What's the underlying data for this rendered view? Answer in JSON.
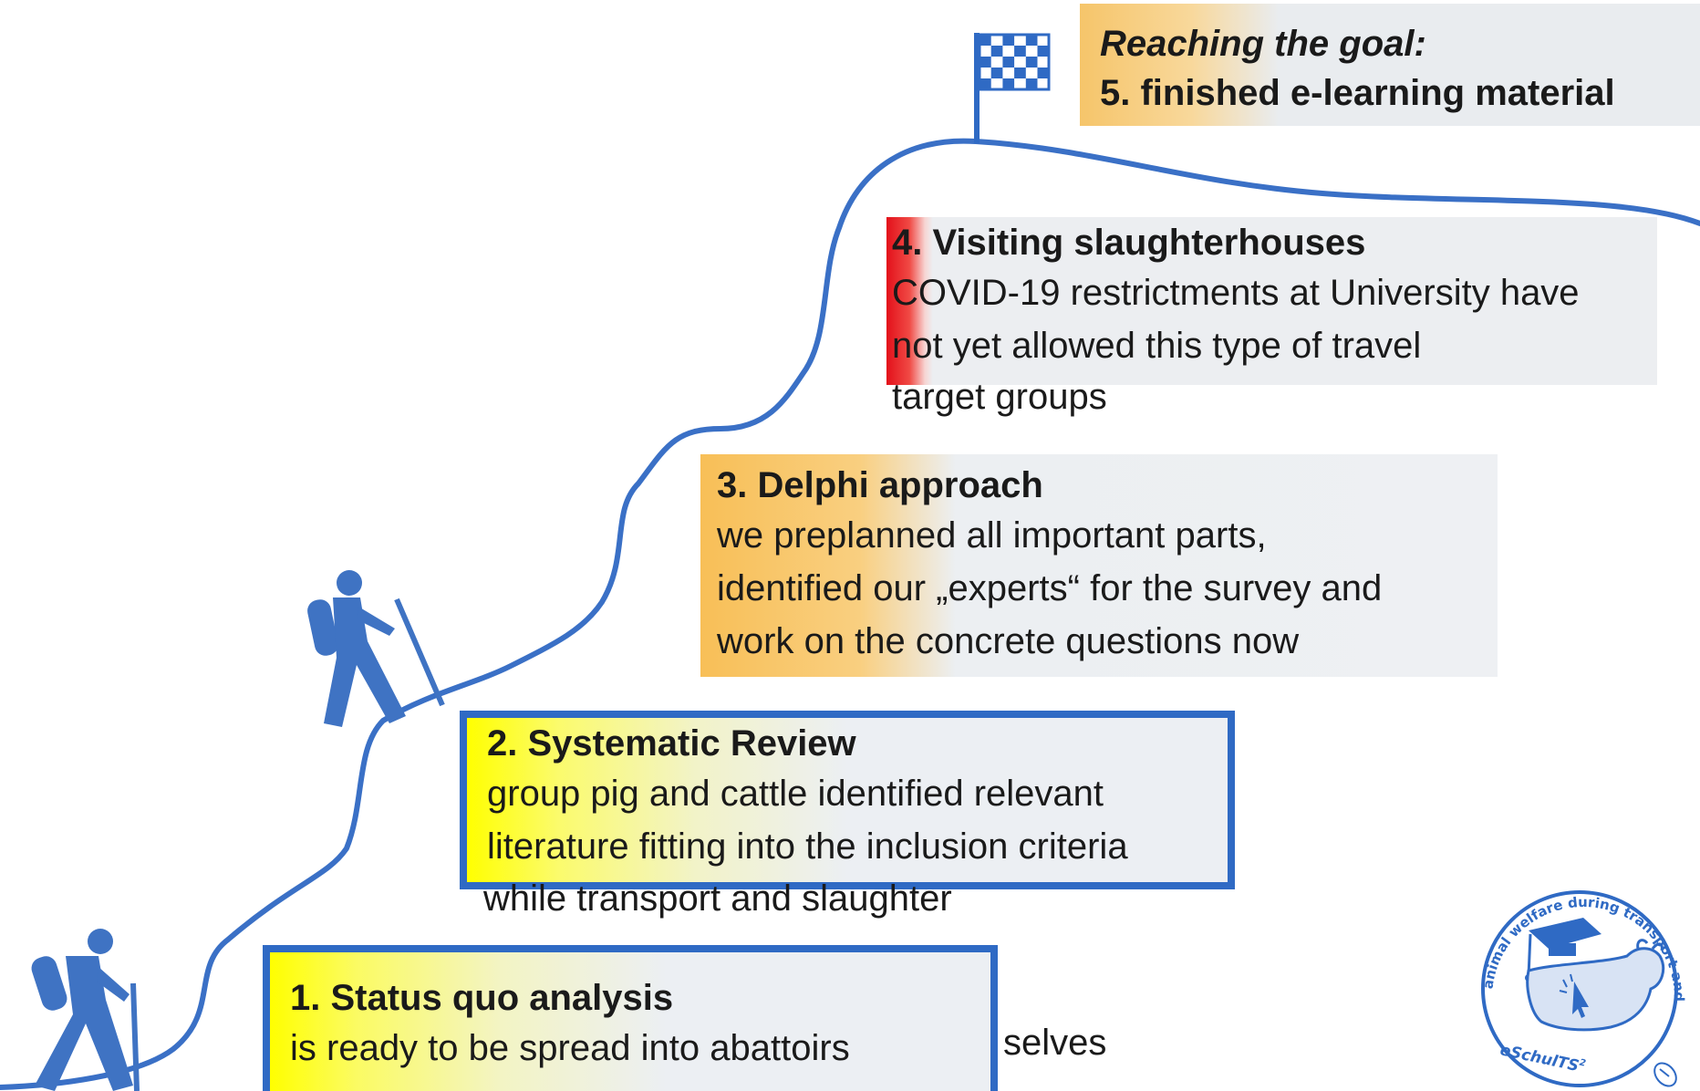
{
  "goal": {
    "label": "Reaching the goal",
    "colon": ":",
    "text": "5. finished e-learning material"
  },
  "steps": [
    {
      "title": "1. Status quo analysis",
      "lines": [
        "is ready to be spread into abattoirs"
      ],
      "overflow": "selves"
    },
    {
      "title": "2. Systematic Review",
      "lines": [
        "group pig and cattle identified relevant",
        "literature fitting into the inclusion criteria"
      ],
      "overflow": "while transport and slaughter"
    },
    {
      "title": "3. Delphi approach",
      "lines": [
        "we preplanned all important parts,",
        "identified our „experts“ for the survey and",
        "work on the concrete questions now"
      ]
    },
    {
      "title": "4. Visiting slaughterhouses",
      "lines": [
        "COVID-19 restrictments at University have",
        "not yet allowed this type of travel"
      ],
      "overflow": "target groups"
    }
  ],
  "logo": {
    "arc_text": "animal welfare during transport and slaughter",
    "name": "eSchulTS",
    "superscript": "2"
  },
  "colors": {
    "path": "#3a70c6",
    "border": "#2f6ac4",
    "hiker": "#3f73c3",
    "flag": "#2f6ac4",
    "step1_accent": "#ffff00",
    "step2_accent": "#ffff00",
    "step3_accent": "#f8bf57",
    "step4_accent": "#e3101a",
    "goal_accent": "#f6c56a"
  }
}
